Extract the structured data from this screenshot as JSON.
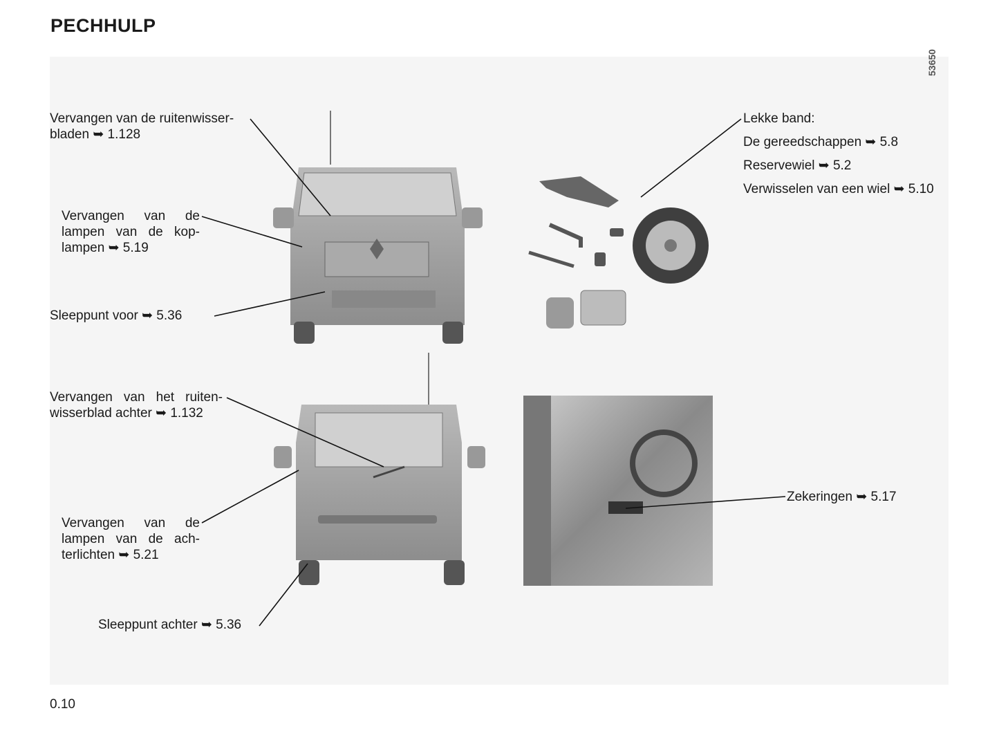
{
  "header": {
    "title": "PECHHULP"
  },
  "figure_code": "53650",
  "labels": {
    "wiper_front": {
      "line1": "Vervangen van de ruitenwisser-",
      "line2": "bladen ➥ 1.128"
    },
    "headlamps": {
      "line1": "Vervangen van de",
      "line2": "lampen van de kop-",
      "line3": "lampen ➥ 5.19"
    },
    "tow_front": "Sleeppunt voor ➥ 5.36",
    "flat_tyre": {
      "heading": "Lekke band:",
      "tools": "De gereedschappen ➥ 5.8",
      "spare": "Reservewiel ➥ 5.2",
      "change": "Verwisselen van een wiel ➥ 5.10"
    },
    "wiper_rear": {
      "line1": "Vervangen van het ruiten-",
      "line2": "wisserblad achter ➥ 1.132"
    },
    "rear_lamps": {
      "line1": "Vervangen van de",
      "line2": "lampen van de ach-",
      "line3": "terlichten ➥ 5.21"
    },
    "tow_rear": "Sleeppunt achter ➥ 5.36",
    "fuses": "Zekeringen ➥ 5.17"
  },
  "footer": {
    "page_number": "0.10"
  }
}
